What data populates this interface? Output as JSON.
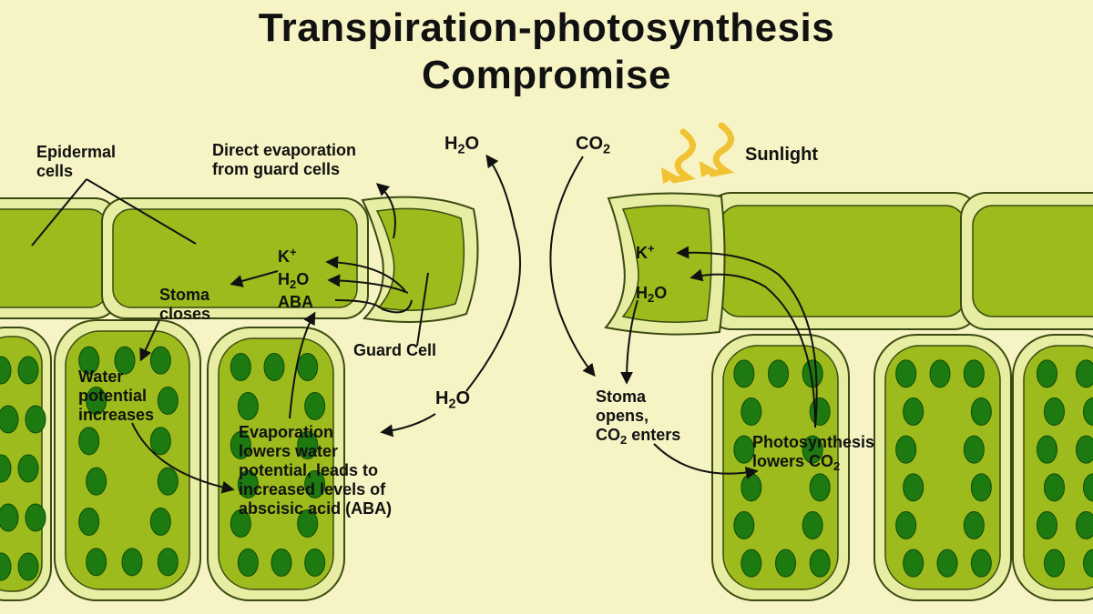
{
  "title": {
    "line1": "Transpiration-photosynthesis",
    "line2": "Compromise"
  },
  "labels": {
    "epidermal": "Epidermal\ncells",
    "direct_evap": "Direct evaporation\nfrom guard cells",
    "h2o_top": {
      "base": "H",
      "sub": "2",
      "tail": "O"
    },
    "co2_top": {
      "base": "CO",
      "sub": "2"
    },
    "sunlight": "Sunlight",
    "k_left": {
      "base": "K",
      "sup": "+"
    },
    "h2o_left": {
      "base": "H",
      "sub": "2",
      "tail": "O"
    },
    "aba": "ABA",
    "stoma_closes": "Stoma\ncloses",
    "guard_cell": "Guard Cell",
    "water_potential": "Water\npotential\nincreases",
    "h2o_mid": {
      "base": "H",
      "sub": "2",
      "tail": "O"
    },
    "evaporation": "Evaporation\nlowers water\npotential, leads to\nincreased levels of\nabscisic acid (ABA)",
    "k_right": {
      "base": "K",
      "sup": "+"
    },
    "h2o_right": {
      "base": "H",
      "sub": "2",
      "tail": "O"
    },
    "stoma_opens": {
      "line1": "Stoma",
      "line2": "opens,",
      "line3_base": "CO",
      "line3_sub": "2",
      "line3_tail": " enters"
    },
    "photosynthesis": {
      "line1": "Photosynthesis",
      "line2_base": "lowers CO",
      "line2_sub": "2"
    }
  },
  "colors": {
    "background": "#f6f4c4",
    "cell_wall": "#e8eda4",
    "cytoplasm": "#9dbb1d",
    "chloroplast": "#1d7a10",
    "outline": "#3a4a10",
    "sun_ray": "#f1c232"
  },
  "icons": [
    "sun-ray-icon"
  ]
}
